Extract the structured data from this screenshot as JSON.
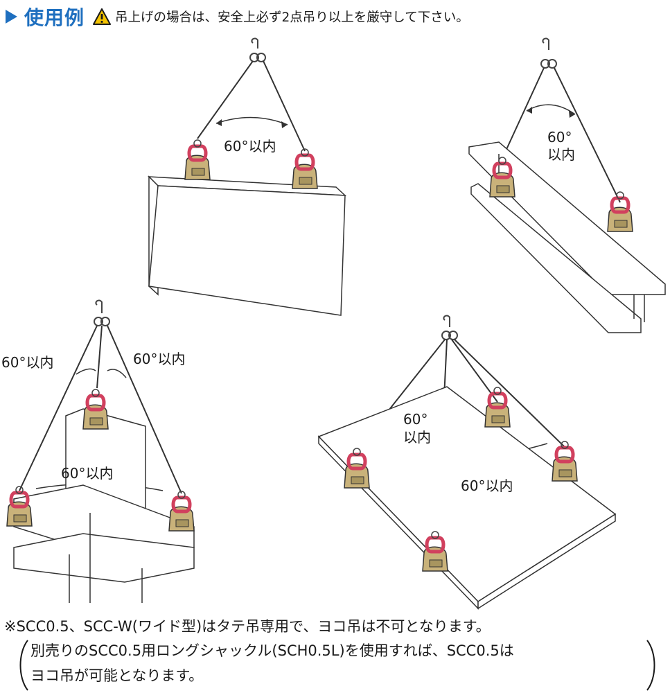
{
  "header": {
    "title": "使用例",
    "warning_text": "吊上げの場合は、安全上必ず2点吊り以上を厳守して下さい。"
  },
  "diagram_labels": {
    "angle_plate": "60°以内",
    "angle_beam_1": "60°",
    "angle_beam_2": "以内",
    "angle_tbeam_left": "60°以内",
    "angle_tbeam_right": "60°以内",
    "angle_tbeam_center": "60°以内",
    "angle_flat_1": "60°",
    "angle_flat_2": "以内",
    "angle_flat_side": "60°以内"
  },
  "notes": {
    "line1": "※SCC0.5、SCC-W(ワイド型)はタテ吊専用で、ヨコ吊は不可となります。",
    "line2": "別売りのSCC0.5用ロングシャックル(SCH0.5L)を使用すれば、SCC0.5は",
    "line3": "ヨコ吊が可能となります。"
  },
  "colors": {
    "accent_blue": "#1e6fbf",
    "clamp_body": "#c9b27a",
    "shackle": "#d1405e",
    "warning_yellow": "#f5c400"
  },
  "icons": [
    "play-triangle-icon",
    "warning-icon"
  ]
}
